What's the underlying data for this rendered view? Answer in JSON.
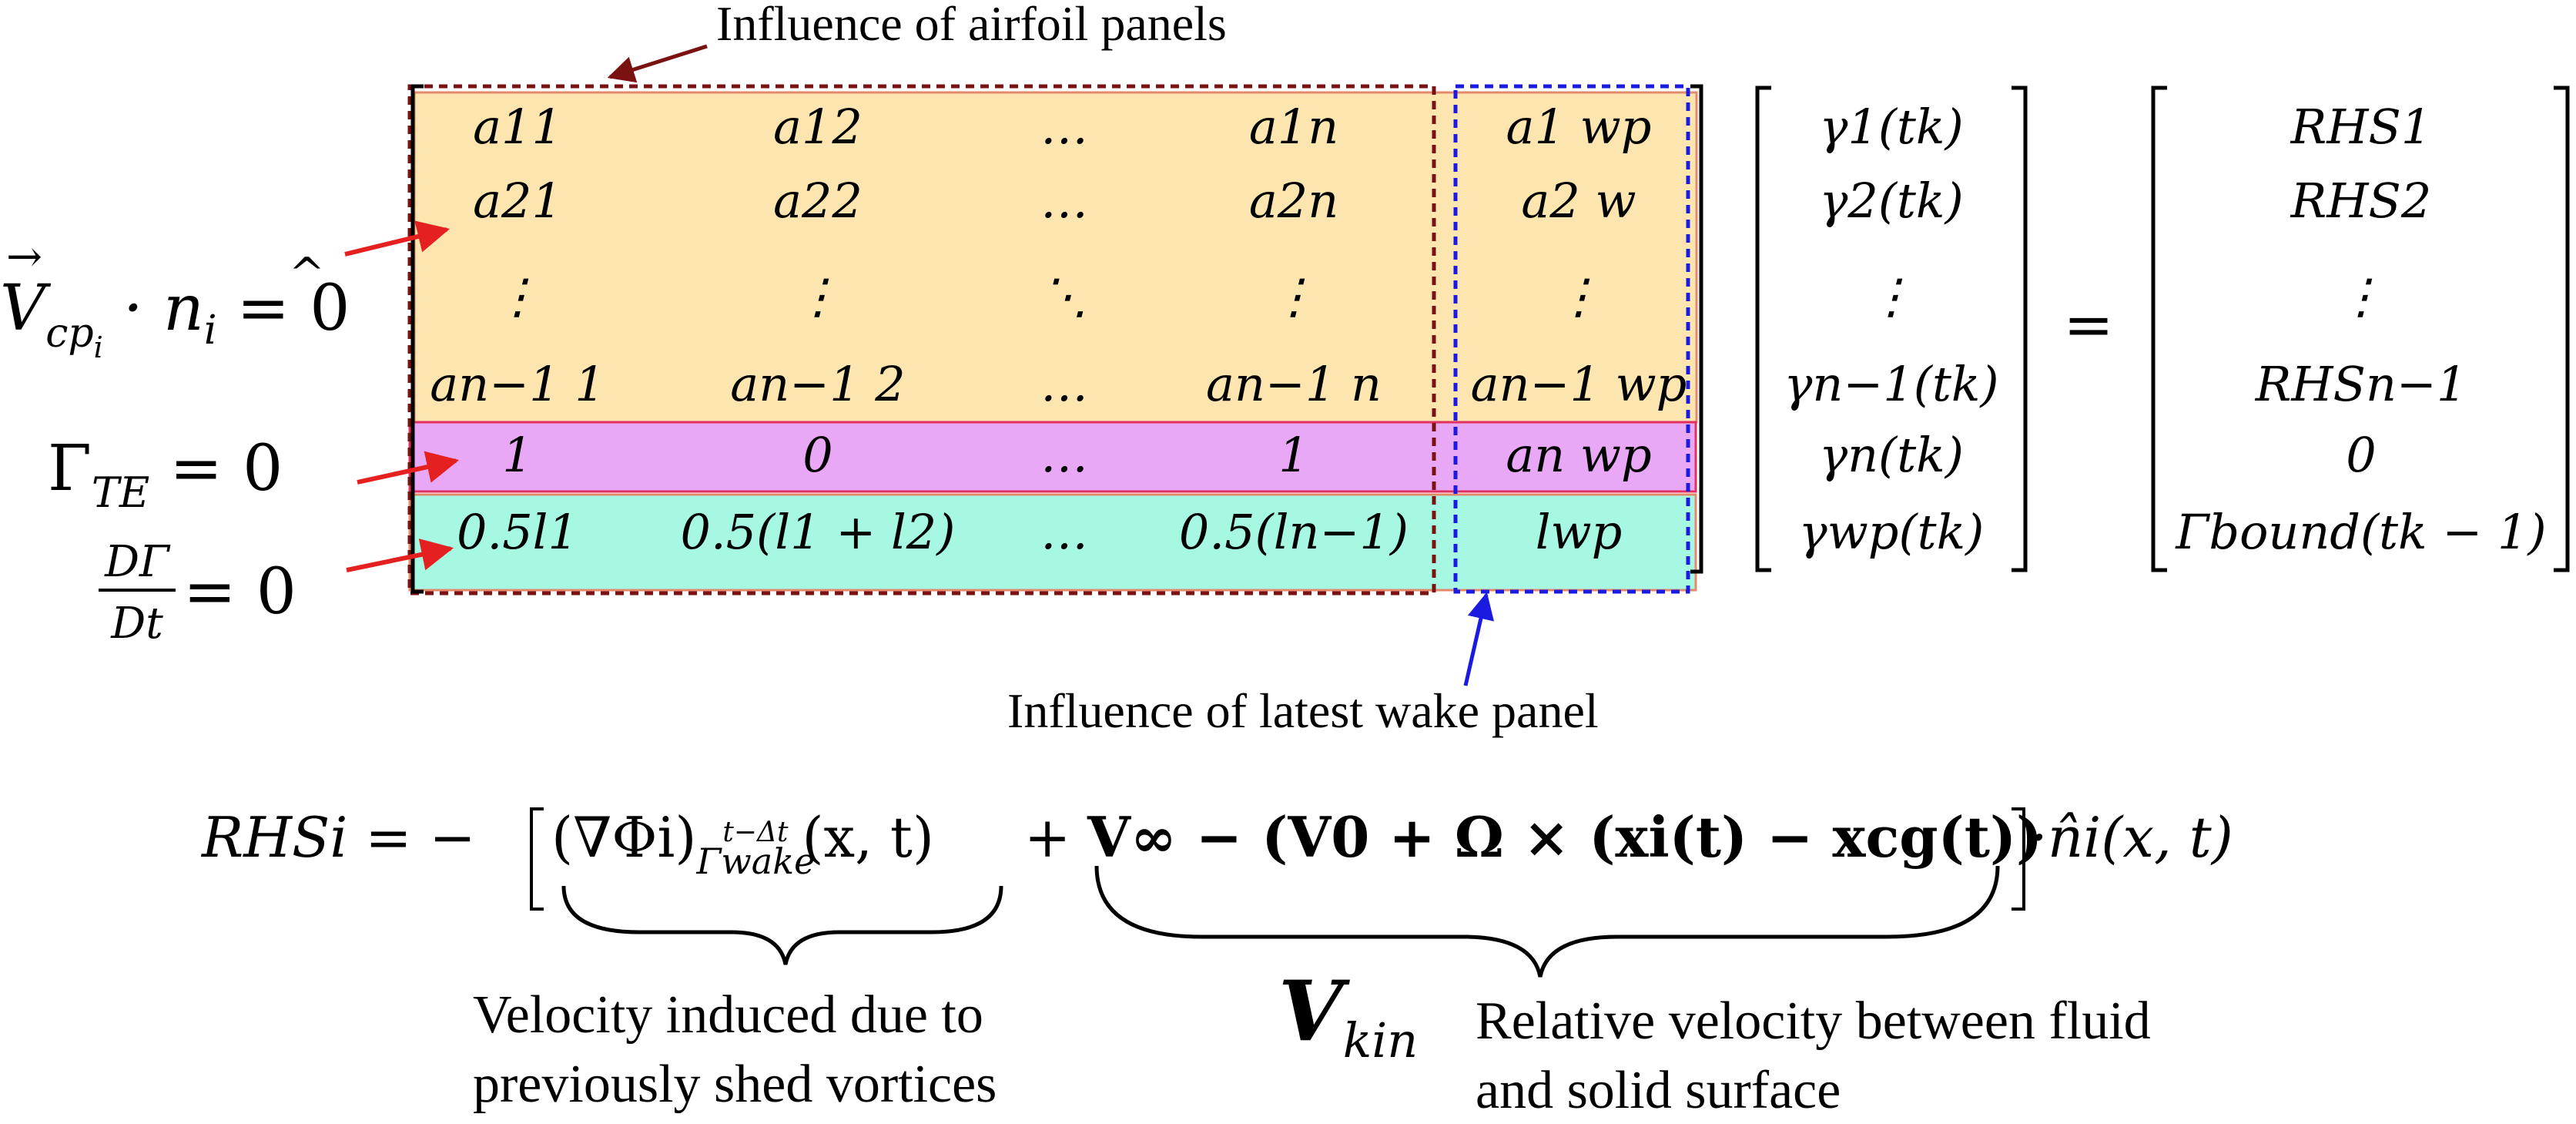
{
  "colors": {
    "airfoil_fill": "#fde5b0",
    "kutta_fill": "#e8a8f6",
    "circ_fill": "#a7f8e3",
    "airfoil_box": "#7a1212",
    "wake_box": "#1a1ae0",
    "arrow_red": "#e52020",
    "arrow_blue": "#1a1ae0",
    "arrow_dark": "#7a1212"
  },
  "annotations": {
    "airfoil_panels": "Influence of airfoil panels",
    "wake_panel": "Influence of latest wake panel"
  },
  "row_labels": {
    "no_penetration": {
      "pre": "V",
      "sub": "cp",
      "subsub": "i",
      "mid": " · n",
      "nsub": "i",
      "post": " = 0"
    },
    "kutta": {
      "pre": "Γ",
      "sub": "TE",
      "post": " = 0"
    },
    "kelvin": {
      "num": "DΓ",
      "den": "Dt",
      "post": " = 0"
    }
  },
  "matrix": {
    "rows": [
      [
        "a11",
        "a12",
        "…",
        "a1n",
        "a1 wp"
      ],
      [
        "a21",
        "a22",
        "…",
        "a2n",
        "a2 w"
      ],
      [
        "⋮",
        "⋮",
        "⋱",
        "⋮",
        "⋮"
      ],
      [
        "an−1 1",
        "an−1 2",
        "…",
        "an−1 n",
        "an−1 wp"
      ],
      [
        "1",
        "0",
        "…",
        "1",
        "an wp"
      ],
      [
        "0.5l1",
        "0.5(l1 + l2)",
        "…",
        "0.5(ln−1)",
        "lwp"
      ]
    ]
  },
  "unknowns": [
    "γ1(tk)",
    "γ2(tk)",
    "⋮",
    "γn−1(tk)",
    "γn(tk)",
    "γwp(tk)"
  ],
  "equals": "=",
  "rhs_vector": [
    "RHS1",
    "RHS2",
    "⋮",
    "RHSn−1",
    "0",
    "Γbound(tk − 1)"
  ],
  "rhs_equation": {
    "lhs": "RHSi = −",
    "term1": "(∇Φi)",
    "term1_sub": "Γwake",
    "term1_sup": "t−Δt",
    "term1_args": "(x, t)",
    "plus": "+",
    "term2": "V∞ − (V0 + Ω × (xi(t) − xcg(t))",
    "dot": "·n̂i(x, t)"
  },
  "brace_labels": {
    "induced_line1": "Velocity induced due to",
    "induced_line2": "previously shed vortices",
    "vkin": "V",
    "vkin_sub": "kin",
    "relative_line1": "Relative velocity between fluid",
    "relative_line2": "and solid surface"
  }
}
